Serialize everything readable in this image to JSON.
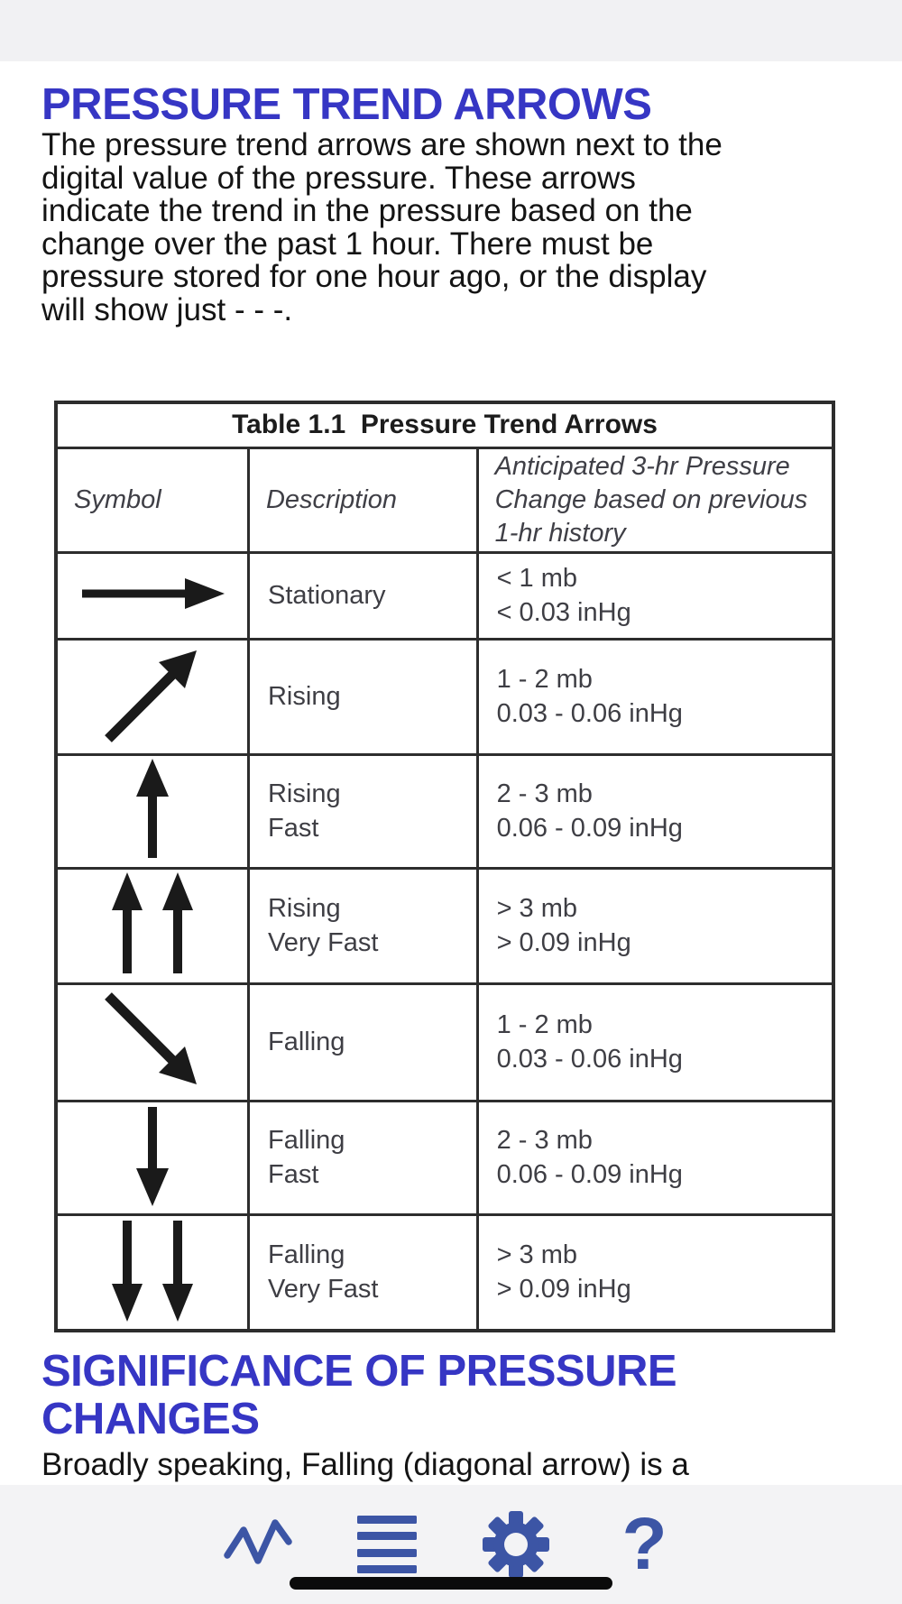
{
  "page": {
    "heading1": "PRESSURE TREND ARROWS",
    "intro": "The pressure trend arrows are shown next to the\ndigital value of the pressure. These arrows\nindicate the trend in the pressure based on the\nchange over the past 1 hour. There must be\npressure stored for one hour ago, or the display\nwill show just - - -.",
    "heading2": "SIGNIFICANCE OF PRESSURE\nCHANGES",
    "outro": "Broadly speaking, Falling (diagonal arrow) is a"
  },
  "table": {
    "caption": "Table 1.1  Pressure Trend Arrows",
    "columns": [
      "Symbol",
      "Description",
      "Anticipated 3-hr Pressure\nChange based on previous\n1-hr history"
    ],
    "rows": [
      {
        "symbol": "arrow-right",
        "description": "Stationary",
        "change": "< 1 mb\n<  0.03 inHg"
      },
      {
        "symbol": "arrow-up-right",
        "description": "Rising",
        "change": "1 - 2 mb\n0.03 - 0.06 inHg"
      },
      {
        "symbol": "arrow-up",
        "description": "Rising\nFast",
        "change": "2 - 3 mb\n0.06 - 0.09 inHg"
      },
      {
        "symbol": "arrow-up-double",
        "description": "Rising\nVery Fast",
        "change": "> 3 mb\n> 0.09 inHg"
      },
      {
        "symbol": "arrow-down-right",
        "description": "Falling",
        "change": "1 - 2 mb\n0.03 - 0.06 inHg"
      },
      {
        "symbol": "arrow-down",
        "description": "Falling\nFast",
        "change": "2 - 3 mb\n0.06 - 0.09 inHg"
      },
      {
        "symbol": "arrow-down-double",
        "description": "Falling\nVery Fast",
        "change": "> 3 mb\n> 0.09 inHg"
      }
    ]
  },
  "toolbar": {
    "icons": [
      "trend-graph-icon",
      "menu-icon",
      "settings-gear-icon",
      "help-icon"
    ],
    "help_glyph": "?"
  },
  "colors": {
    "heading_blue": "#3636c4",
    "icon_blue": "#3c55a5",
    "toolbar_bg": "#f3f3f5",
    "table_border": "#2d2d2d"
  }
}
